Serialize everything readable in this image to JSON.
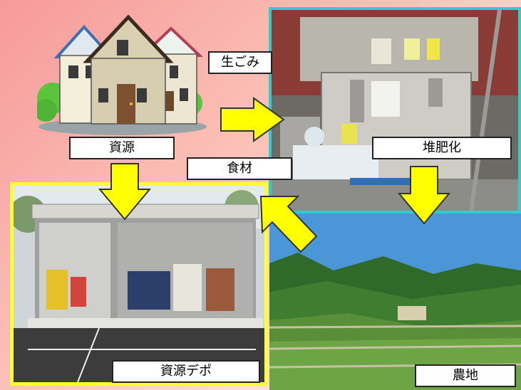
{
  "labels": {
    "garbage": "生ごみ",
    "resources": "資源",
    "food": "食材",
    "compost": "堆肥化",
    "depot": "資源デポ",
    "farmland": "農地"
  },
  "colors": {
    "arrow_fill": "#ffff00",
    "arrow_stroke": "#333333",
    "compost_frame": "#33cccc",
    "depot_frame": "#ffff33"
  },
  "images": [
    "houses",
    "composting-machine",
    "storage-depot",
    "tea-farmland"
  ]
}
